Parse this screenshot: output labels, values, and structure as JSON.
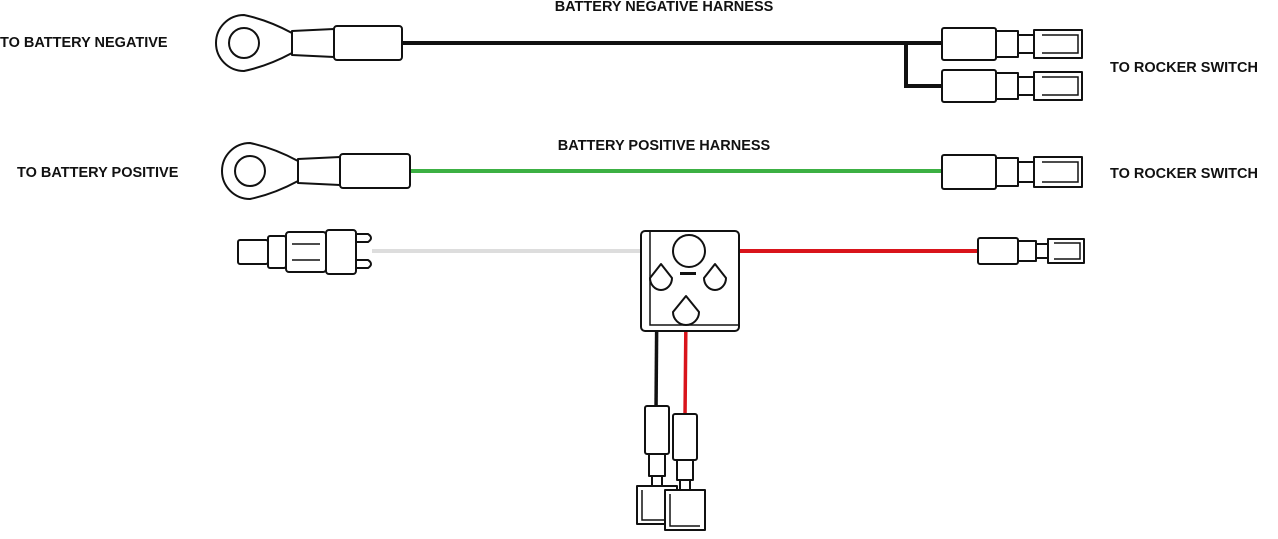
{
  "labels": {
    "negative_harness_title": "BATTERY NEGATIVE HARNESS",
    "positive_harness_title": "BATTERY POSITIVE HARNESS",
    "to_battery_negative": "TO BATTERY NEGATIVE",
    "to_battery_positive": "TO BATTERY POSITIVE",
    "to_rocker_switch_top": "TO ROCKER SWITCH",
    "to_rocker_switch_mid": "TO ROCKER SWITCH"
  },
  "colors": {
    "negative_wire": "#111111",
    "positive_wire": "#3cb043",
    "white_wire": "#dddddd",
    "red_wire": "#d9141b",
    "outline": "#111111"
  },
  "icons": [
    "ring-terminal-icon",
    "spade-connector-icon",
    "relay-socket-icon",
    "plug-connector-icon"
  ]
}
